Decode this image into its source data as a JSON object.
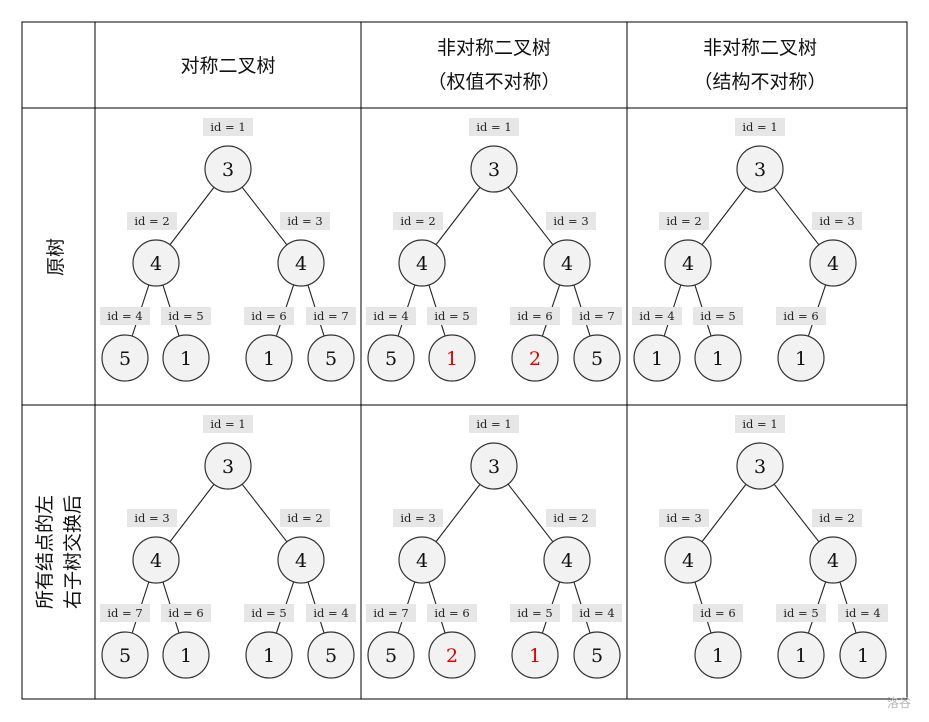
{
  "header": {
    "col1": [
      "对称二叉树"
    ],
    "col2": [
      "非对称二叉树",
      "（权值不对称）"
    ],
    "col3": [
      "非对称二叉树",
      "（结构不对称）"
    ]
  },
  "rows": {
    "row1": [
      "原树"
    ],
    "row2": [
      "所有结点的左",
      "右子树交换后"
    ]
  },
  "cells": {
    "r1c1": {
      "nodes": [
        {
          "slot": "root",
          "value": "3",
          "id_label": "id = 1"
        },
        {
          "slot": "L",
          "value": "4",
          "id_label": "id = 2"
        },
        {
          "slot": "R",
          "value": "4",
          "id_label": "id = 3"
        },
        {
          "slot": "LL",
          "value": "5",
          "id_label": "id = 4"
        },
        {
          "slot": "LR",
          "value": "1",
          "id_label": "id = 5"
        },
        {
          "slot": "RL",
          "value": "1",
          "id_label": "id = 6"
        },
        {
          "slot": "RR",
          "value": "5",
          "id_label": "id = 7"
        }
      ]
    },
    "r1c2": {
      "nodes": [
        {
          "slot": "root",
          "value": "3",
          "id_label": "id = 1"
        },
        {
          "slot": "L",
          "value": "4",
          "id_label": "id = 2"
        },
        {
          "slot": "R",
          "value": "4",
          "id_label": "id = 3"
        },
        {
          "slot": "LL",
          "value": "5",
          "id_label": "id = 4"
        },
        {
          "slot": "LR",
          "value": "1",
          "id_label": "id = 5",
          "highlight": true
        },
        {
          "slot": "RL",
          "value": "2",
          "id_label": "id = 6",
          "highlight": true
        },
        {
          "slot": "RR",
          "value": "5",
          "id_label": "id = 7"
        }
      ]
    },
    "r1c3": {
      "nodes": [
        {
          "slot": "root",
          "value": "3",
          "id_label": "id = 1"
        },
        {
          "slot": "L",
          "value": "4",
          "id_label": "id = 2"
        },
        {
          "slot": "R",
          "value": "4",
          "id_label": "id = 3"
        },
        {
          "slot": "LL",
          "value": "1",
          "id_label": "id = 4"
        },
        {
          "slot": "LR",
          "value": "1",
          "id_label": "id = 5"
        },
        {
          "slot": "RL",
          "value": "1",
          "id_label": "id = 6"
        }
      ]
    },
    "r2c1": {
      "nodes": [
        {
          "slot": "root",
          "value": "3",
          "id_label": "id = 1"
        },
        {
          "slot": "L",
          "value": "4",
          "id_label": "id = 3"
        },
        {
          "slot": "R",
          "value": "4",
          "id_label": "id = 2"
        },
        {
          "slot": "LL",
          "value": "5",
          "id_label": "id = 7"
        },
        {
          "slot": "LR",
          "value": "1",
          "id_label": "id = 6"
        },
        {
          "slot": "RL",
          "value": "1",
          "id_label": "id = 5"
        },
        {
          "slot": "RR",
          "value": "5",
          "id_label": "id = 4"
        }
      ]
    },
    "r2c2": {
      "nodes": [
        {
          "slot": "root",
          "value": "3",
          "id_label": "id = 1"
        },
        {
          "slot": "L",
          "value": "4",
          "id_label": "id = 3"
        },
        {
          "slot": "R",
          "value": "4",
          "id_label": "id = 2"
        },
        {
          "slot": "LL",
          "value": "5",
          "id_label": "id = 7"
        },
        {
          "slot": "LR",
          "value": "2",
          "id_label": "id = 6",
          "highlight": true
        },
        {
          "slot": "RL",
          "value": "1",
          "id_label": "id = 5",
          "highlight": true
        },
        {
          "slot": "RR",
          "value": "5",
          "id_label": "id = 4"
        }
      ]
    },
    "r2c3": {
      "nodes": [
        {
          "slot": "root",
          "value": "3",
          "id_label": "id = 1"
        },
        {
          "slot": "L",
          "value": "4",
          "id_label": "id = 3"
        },
        {
          "slot": "R",
          "value": "4",
          "id_label": "id = 2"
        },
        {
          "slot": "LR",
          "value": "1",
          "id_label": "id = 6"
        },
        {
          "slot": "RL",
          "value": "1",
          "id_label": "id = 5"
        },
        {
          "slot": "RR",
          "value": "1",
          "id_label": "id = 4"
        }
      ]
    }
  },
  "colors": {
    "highlight": "#e00000",
    "node_fill": "#f2f2f2",
    "id_box": "#e6e6e6"
  },
  "watermark": "洛谷"
}
